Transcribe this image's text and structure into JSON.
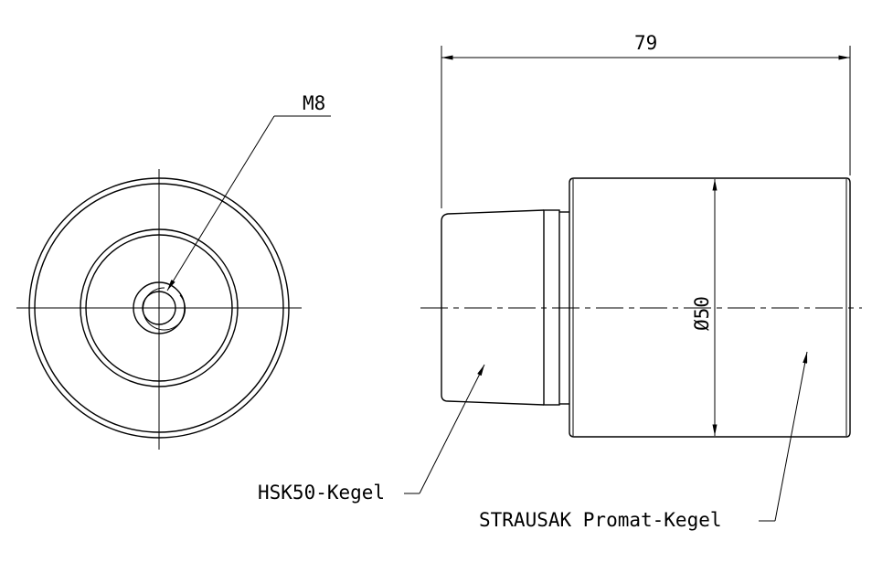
{
  "drawing": {
    "thread_label": "M8",
    "length_dimension": "79",
    "diameter_dimension": "Ø50",
    "left_cone_label": "HSK50-Kegel",
    "right_cone_label": "STRAUSAK Promat-Kegel"
  }
}
